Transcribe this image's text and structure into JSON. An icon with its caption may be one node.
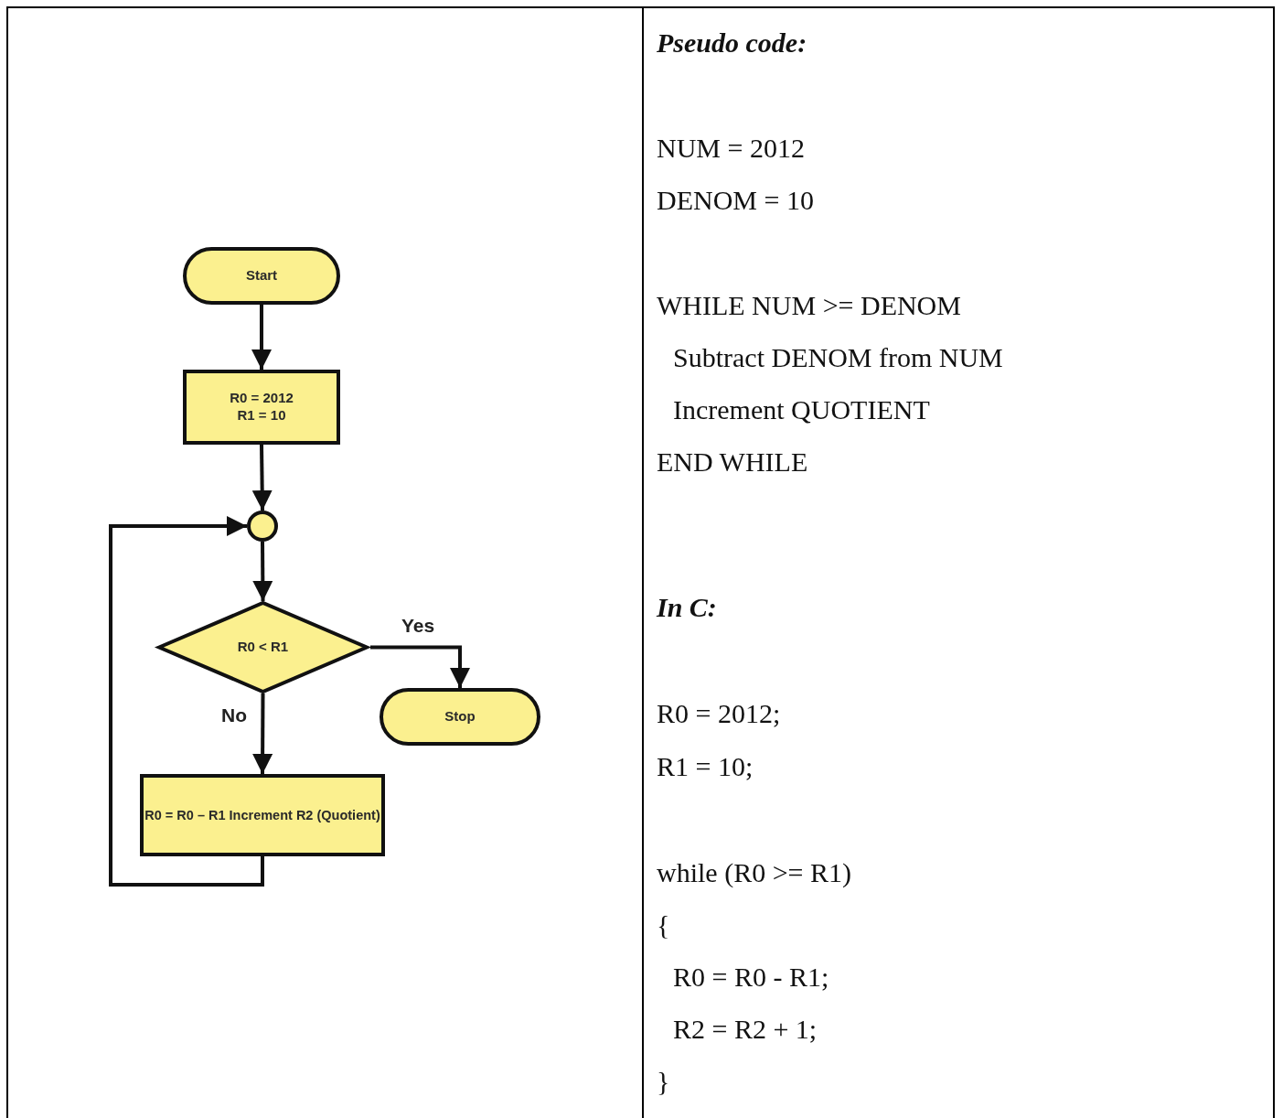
{
  "diagram": {
    "nodes": [
      {
        "text": [
          "Start"
        ]
      },
      {
        "text": [
          "R0 = 2012 R1 = 10"
        ]
      },
      {
        "text": [],
        "shape": "circle"
      },
      {
        "text": [
          "R0 < R1"
        ]
      },
      {
        "text": [
          "Stop"
        ]
      },
      {
        "text": [
          "R0 = R0 – R1 Increment R2 (Quotient)"
        ]
      }
    ],
    "edges": [
      {
        "from": 0,
        "to": 1,
        "arrow": "to"
      },
      {
        "from": 1,
        "to": 2,
        "arrow": "to"
      },
      {
        "from": 2,
        "to": 3,
        "arrow": "to"
      },
      {
        "from": 3,
        "to": 4,
        "arrow": "to",
        "label": "Yes"
      },
      {
        "from": 3,
        "to": 5,
        "arrow": "to",
        "label": "No"
      },
      {
        "from": 5,
        "to": 2,
        "arrow": "to"
      }
    ],
    "labels": [
      "Pseudo code:",
      "NUM = 2012",
      "DENOM = 10",
      "WHILE NUM >= DENOM",
      "Subtract DENOM from NUM",
      "Increment QUOTIENT",
      "END WHILE",
      "In C:",
      "R0 = 2012;",
      "R1 = 10;",
      "while (R0 >= R1)",
      "{",
      "R0 = R0 - R1;",
      "R2 = R2 + 1;",
      "}"
    ]
  }
}
